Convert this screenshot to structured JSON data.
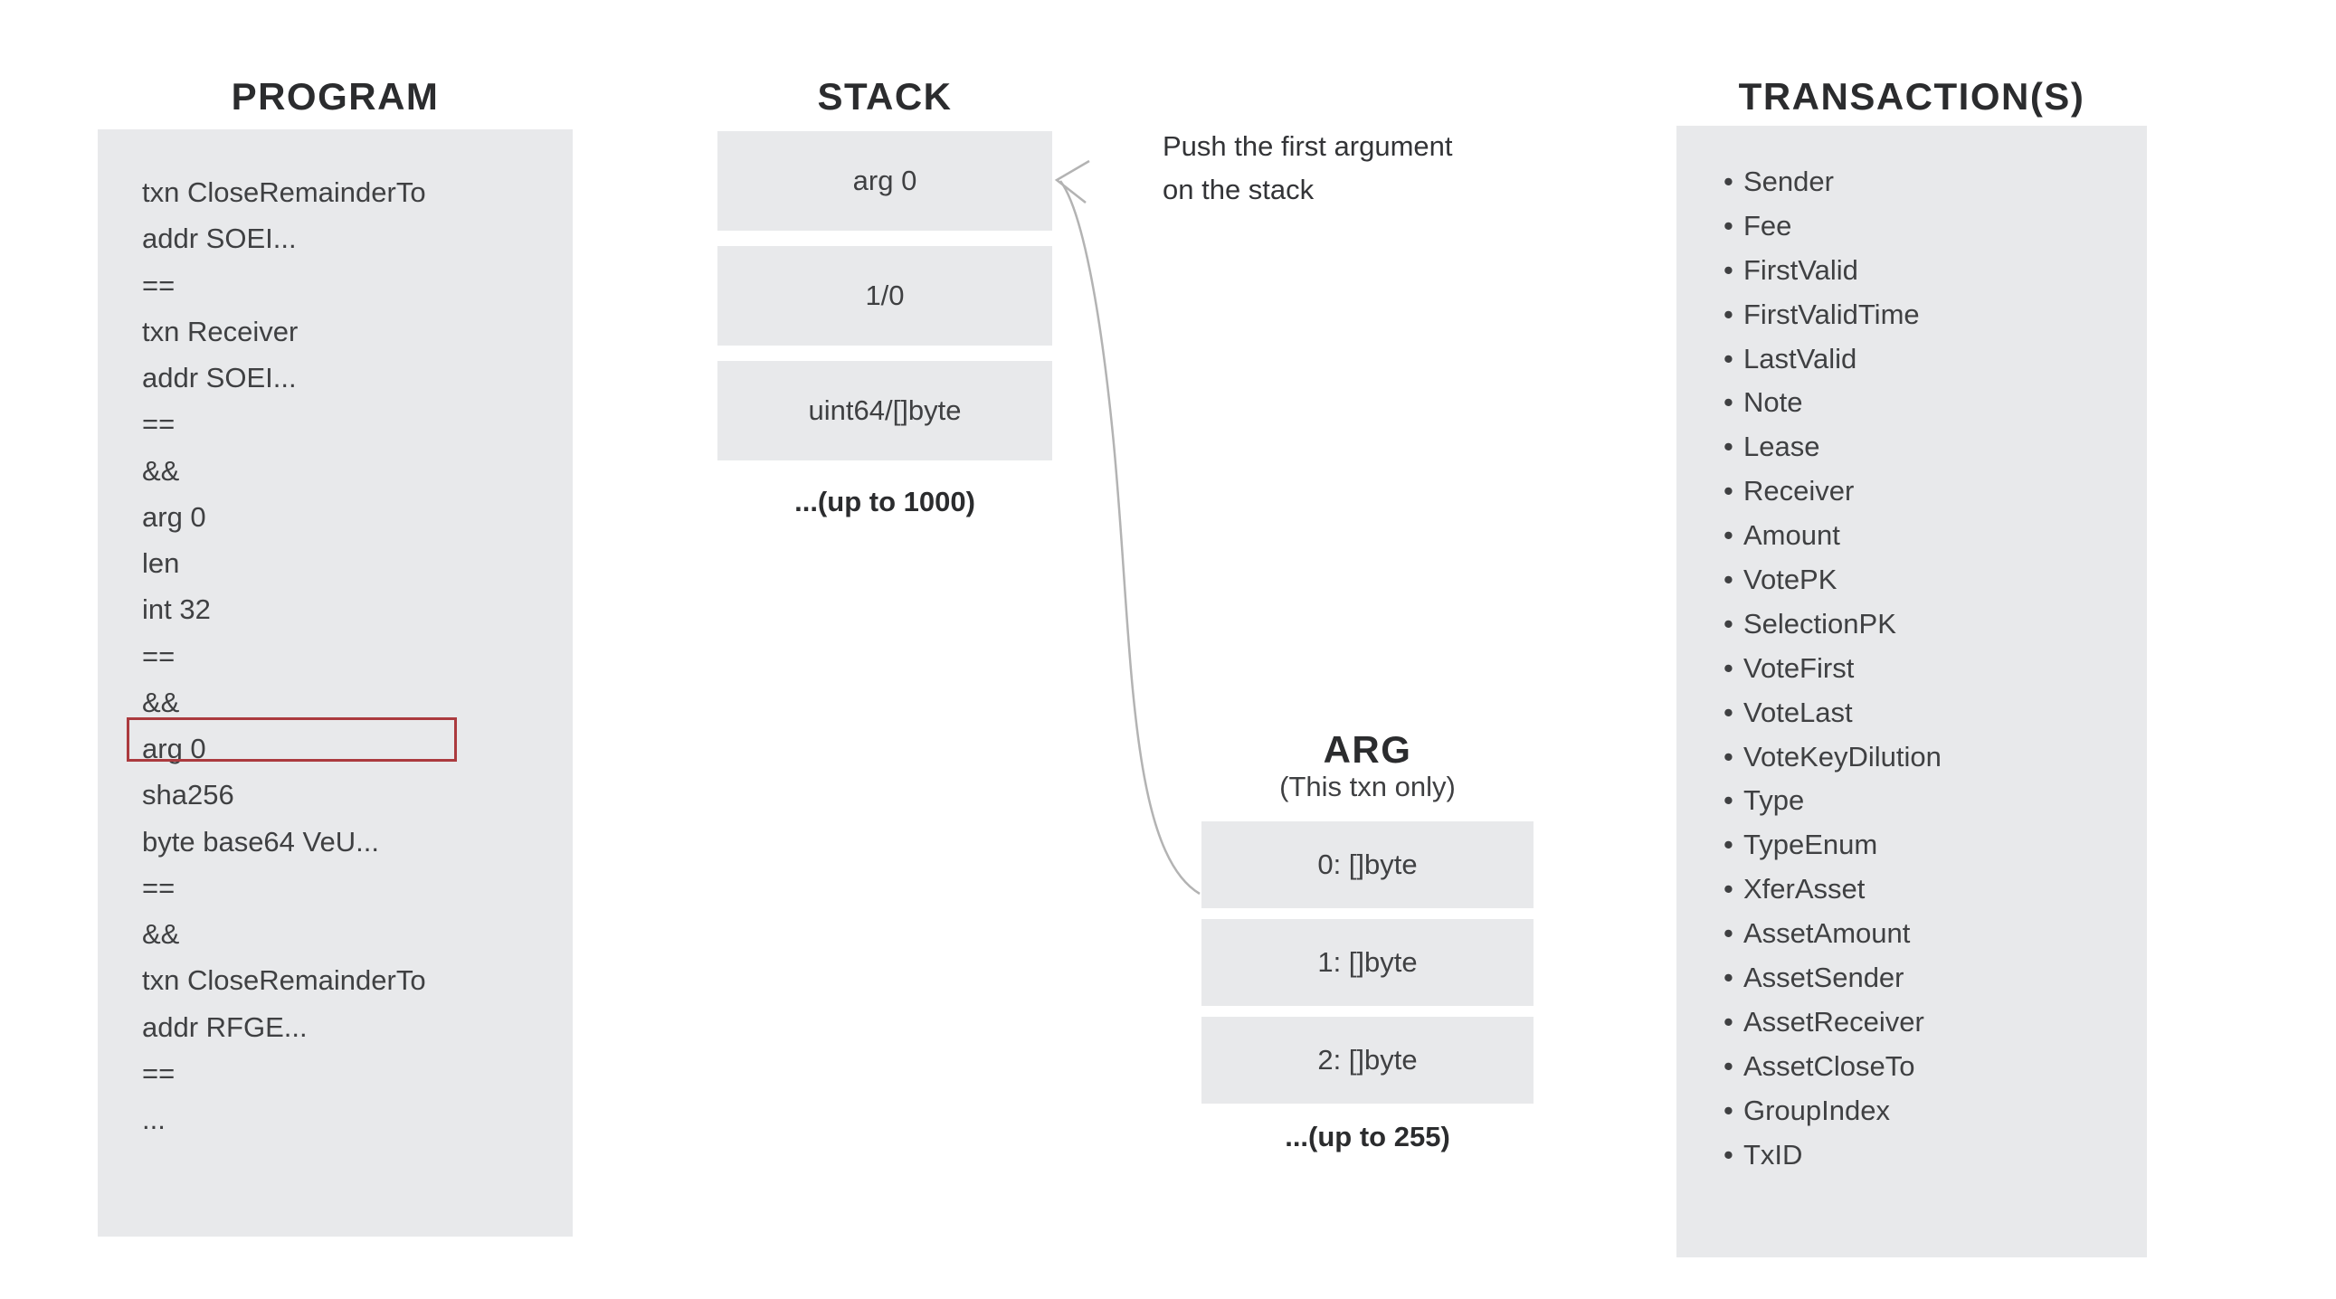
{
  "program": {
    "title": "PROGRAM",
    "lines": [
      "txn CloseRemainderTo",
      "addr SOEI...",
      "==",
      "txn Receiver",
      "addr SOEI...",
      "==",
      "&&",
      "arg 0",
      "len",
      "int 32",
      "==",
      "&&",
      "arg 0",
      "sha256",
      "byte base64 VeU...",
      "==",
      "&&",
      "txn CloseRemainderTo",
      "addr RFGE...",
      "==",
      "..."
    ],
    "highlighted_index": 12
  },
  "stack": {
    "title": "STACK",
    "items": [
      "arg 0",
      "1/0",
      "uint64/[]byte"
    ],
    "footnote": "...(up to 1000)"
  },
  "annotation": {
    "line1": "Push the first argument",
    "line2": "on the stack"
  },
  "arg": {
    "title": "ARG",
    "subtitle": "(This txn only)",
    "items": [
      "0: []byte",
      "1: []byte",
      "2: []byte"
    ],
    "footnote": "...(up to 255)"
  },
  "transactions": {
    "title": "TRANSACTION(S)",
    "bullet_icon": "•",
    "items": [
      "Sender",
      "Fee",
      "FirstValid",
      "FirstValidTime",
      "LastValid",
      "Note",
      "Lease",
      "Receiver",
      "Amount",
      "VotePK",
      "SelectionPK",
      "VoteFirst",
      "VoteLast",
      "VoteKeyDilution",
      "Type",
      "TypeEnum",
      "XferAsset",
      "AssetAmount",
      "AssetSender",
      "AssetReceiver",
      "AssetCloseTo",
      "GroupIndex",
      "TxID"
    ]
  },
  "colors": {
    "panel_bg": "#e8e9eb",
    "body_text": "#3f4042",
    "title_text": "#2b2c2e",
    "highlight_border": "#ab3a3e",
    "arrow": "#b3b3b3"
  }
}
